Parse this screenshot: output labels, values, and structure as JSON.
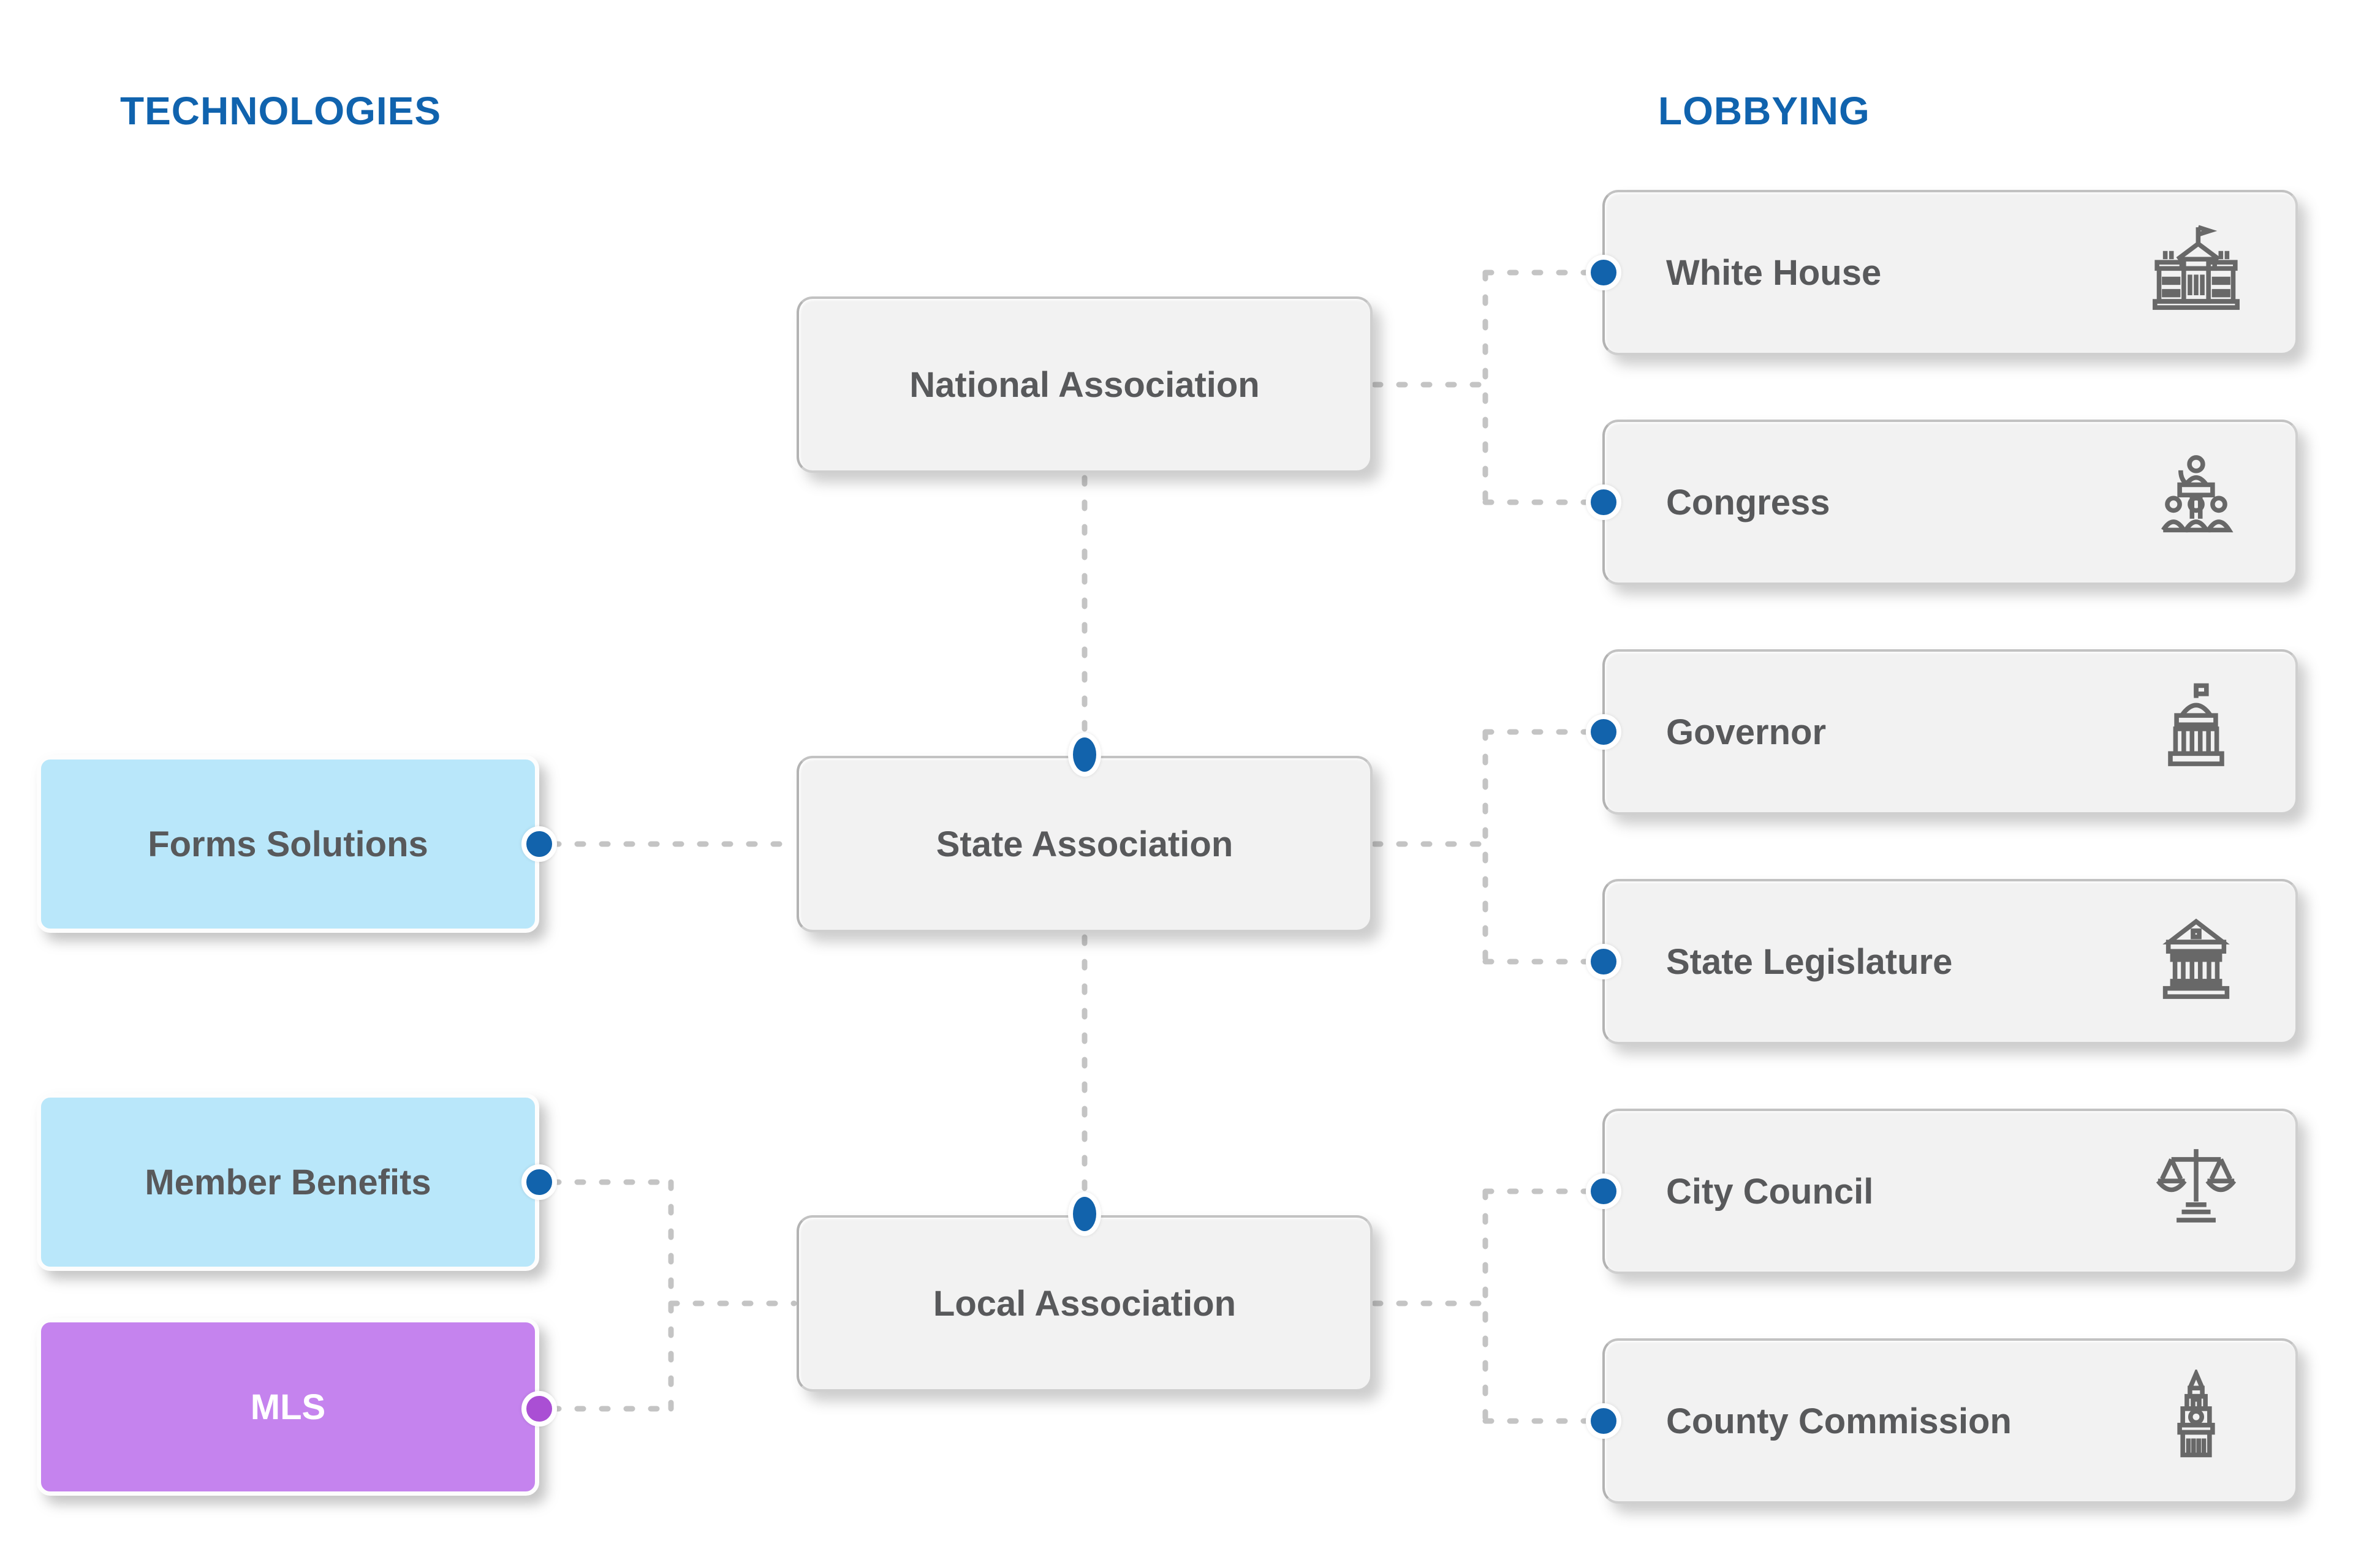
{
  "headers": {
    "technologies": "TECHNOLOGIES",
    "lobbying": "LOBBYING"
  },
  "technologies": [
    {
      "label": "Forms Solutions",
      "fill": "#b9e7fa",
      "dot_color": "#1263ac",
      "connects_to": "State Association"
    },
    {
      "label": "Member Benefits",
      "fill": "#b9e7fa",
      "dot_color": "#1263ac",
      "connects_to": "Local Association"
    },
    {
      "label": "MLS",
      "fill": "#c583ee",
      "dot_color": "#aa4fd4",
      "connects_to": "Local Association"
    }
  ],
  "associations": [
    {
      "label": "National Association",
      "lobbies": [
        "White House",
        "Congress"
      ]
    },
    {
      "label": "State Association",
      "lobbies": [
        "Governor",
        "State Legislature"
      ]
    },
    {
      "label": "Local Association",
      "lobbies": [
        "City Council",
        "County Commission"
      ]
    }
  ],
  "lobbying": [
    {
      "label": "White House",
      "icon": "white-house-icon"
    },
    {
      "label": "Congress",
      "icon": "congress-podium-icon"
    },
    {
      "label": "Governor",
      "icon": "capitol-dome-icon"
    },
    {
      "label": "State Legislature",
      "icon": "columned-building-icon"
    },
    {
      "label": "City Council",
      "icon": "scales-of-justice-icon"
    },
    {
      "label": "County Commission",
      "icon": "clock-tower-icon"
    }
  ],
  "colors": {
    "header_blue": "#1063ae",
    "dot_blue": "#1263ac",
    "dot_purple": "#aa4fd4",
    "tech_cyan": "#b9e7fa",
    "tech_purple": "#c583ee",
    "box_gray": "#f2f2f2",
    "connector_gray": "#c4c4c4",
    "label_gray": "#58595b"
  }
}
